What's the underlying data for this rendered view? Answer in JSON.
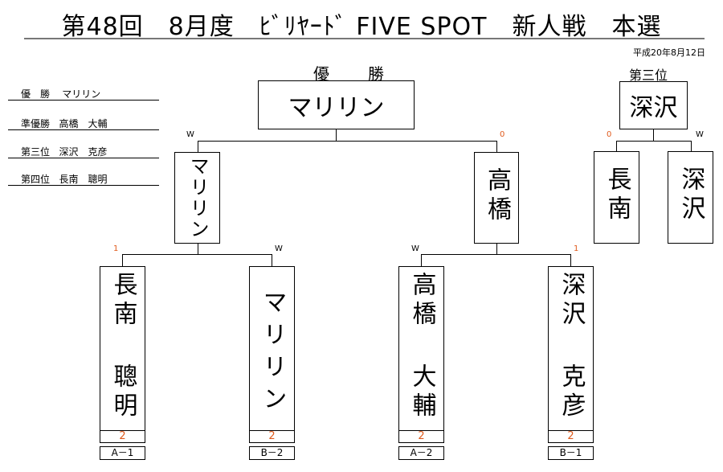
{
  "title": "第48回　8月度　ﾋﾞﾘﾔｰﾄﾞ FIVE SPOT　新人戦　本選",
  "date": "平成20年8月12日",
  "results": [
    {
      "rank": "優　勝",
      "name": "マリリン"
    },
    {
      "rank": "準優勝",
      "name": "高橋　大輔"
    },
    {
      "rank": "第三位",
      "name": "深沢　克彦"
    },
    {
      "rank": "第四位",
      "name": "長南　聰明"
    }
  ],
  "champion": {
    "heading": "優　勝",
    "name": "マリリン"
  },
  "third_place": {
    "heading": "第三位",
    "name": "深沢"
  },
  "semifinal": {
    "left": {
      "name": "マリリン",
      "mark": "W"
    },
    "right": {
      "name": "高橋",
      "mark": "0"
    }
  },
  "third_match": {
    "left": {
      "name": "長南",
      "mark": "0"
    },
    "right": {
      "name": "深沢",
      "mark": "W"
    }
  },
  "first_round": [
    {
      "name_top": "長南",
      "name_bottom": "聰明",
      "mark": "1",
      "score": "2",
      "seed": "A－1"
    },
    {
      "name_top": "マリリン",
      "name_bottom": "",
      "mark": "W",
      "score": "2",
      "seed": "B－2"
    },
    {
      "name_top": "高橋",
      "name_bottom": "大輔",
      "mark": "W",
      "score": "2",
      "seed": "A－2"
    },
    {
      "name_top": "深沢",
      "name_bottom": "克彦",
      "mark": "1",
      "score": "2",
      "seed": "B－1"
    }
  ],
  "colors": {
    "accent": "#e05a1c",
    "rule": "#777777"
  }
}
